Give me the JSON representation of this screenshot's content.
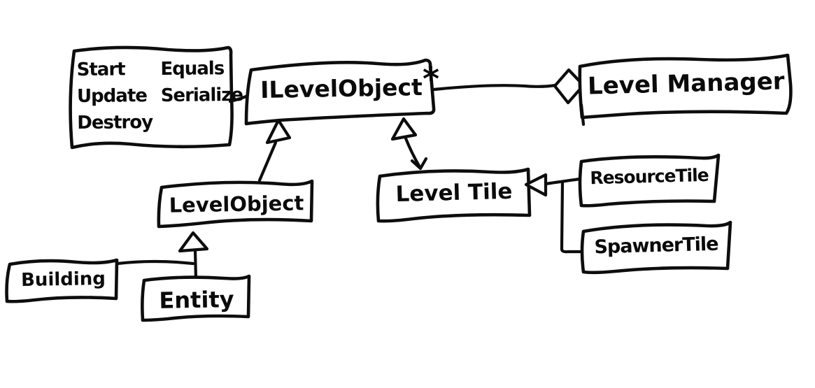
{
  "meta": {
    "description": "Hand-drawn UML class diagram sketch, black ink on white",
    "ink_color": "#0d0d0d",
    "background_color": "#ffffff"
  },
  "nodes": {
    "interface": {
      "label": "ILevelObject"
    },
    "manager": {
      "label": "Level Manager"
    },
    "level_object": {
      "label": "LevelObject"
    },
    "level_tile": {
      "label": "Level Tile"
    },
    "resource_tile": {
      "label": "ResourceTile"
    },
    "spawner_tile": {
      "label": "SpawnerTile"
    },
    "building": {
      "label": "Building"
    },
    "entity": {
      "label": "Entity"
    }
  },
  "methods_note": {
    "col1": [
      "Start",
      "Update",
      "Destroy"
    ],
    "col2": [
      "Equals",
      "Serialize"
    ]
  },
  "aggregation": {
    "multiplicity": "*"
  },
  "edges": [
    {
      "from": "ILevelObject",
      "to": "Level Manager",
      "type": "aggregation",
      "multiplicity": "*"
    },
    {
      "from": "LevelObject",
      "to": "ILevelObject",
      "type": "inheritance"
    },
    {
      "from": "Level Tile",
      "to": "ILevelObject",
      "type": "inheritance"
    },
    {
      "from": "ResourceTile",
      "to": "Level Tile",
      "type": "inheritance"
    },
    {
      "from": "SpawnerTile",
      "to": "Level Tile",
      "type": "inheritance"
    },
    {
      "from": "Building",
      "to": "LevelObject",
      "type": "inheritance"
    },
    {
      "from": "Entity",
      "to": "LevelObject",
      "type": "inheritance"
    },
    {
      "from": "methods-note",
      "to": "ILevelObject",
      "type": "attached-note"
    }
  ]
}
